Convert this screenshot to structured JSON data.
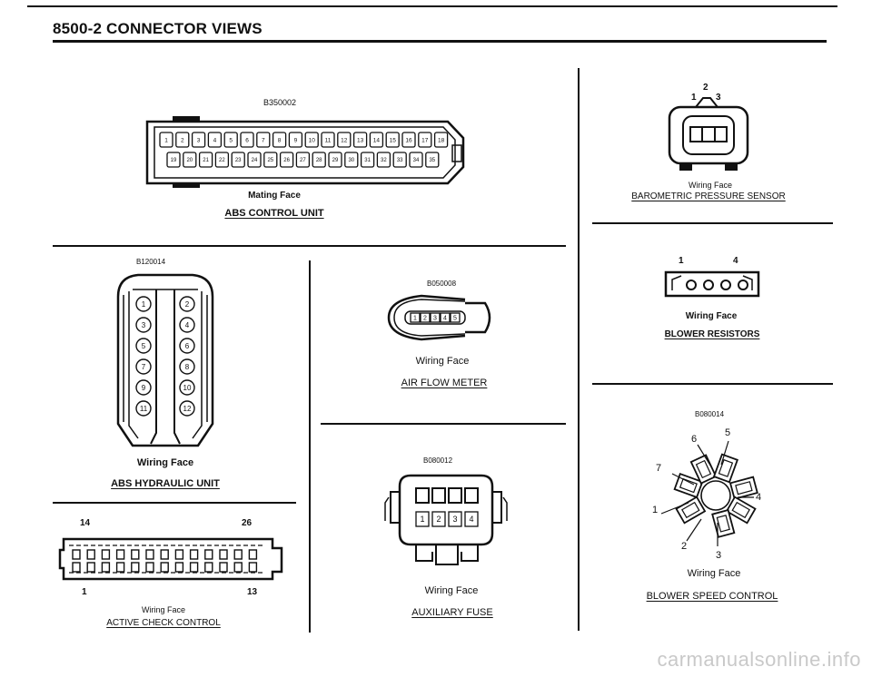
{
  "header": {
    "title": "8500-2   CONNECTOR VIEWS"
  },
  "connectors": {
    "abs_control": {
      "code": "B350002",
      "face": "Mating Face",
      "name": "ABS CONTROL UNIT",
      "pins_top": [
        "1",
        "2",
        "3",
        "4",
        "5",
        "6",
        "7",
        "8",
        "9",
        "10",
        "11",
        "12",
        "13",
        "14",
        "15",
        "16",
        "17",
        "18"
      ],
      "pins_bottom": [
        "19",
        "20",
        "21",
        "22",
        "23",
        "24",
        "25",
        "26",
        "27",
        "28",
        "29",
        "30",
        "31",
        "32",
        "33",
        "34",
        "35"
      ]
    },
    "baro": {
      "code": "",
      "pin_labels": [
        "1",
        "2",
        "3"
      ],
      "face": "Wiring Face",
      "name": "BAROMETRIC PRESSURE SENSOR"
    },
    "blower_res": {
      "pin_labels": [
        "1",
        "4"
      ],
      "face": "Wiring Face",
      "name": "BLOWER RESISTORS"
    },
    "abs_hydraulic": {
      "code": "B120014",
      "face": "Wiring Face",
      "name": "ABS HYDRAULIC UNIT",
      "pins": [
        "1",
        "2",
        "3",
        "4",
        "5",
        "6",
        "7",
        "8",
        "9",
        "10",
        "11",
        "12"
      ]
    },
    "air_flow": {
      "code": "B050008",
      "face": "Wiring Face",
      "name": "AIR FLOW METER",
      "pins": [
        "1",
        "2",
        "3",
        "4",
        "5"
      ]
    },
    "active_check": {
      "pin_labels": [
        "14",
        "26",
        "1",
        "13"
      ],
      "face": "Wiring Face",
      "name": "ACTIVE CHECK CONTROL"
    },
    "aux_fuse": {
      "code": "B080012",
      "face": "Wiring Face",
      "name": "AUXILIARY FUSE",
      "pins": [
        "1",
        "2",
        "3",
        "4"
      ]
    },
    "blower_speed": {
      "code": "B080014",
      "face": "Wiring Face",
      "name": "BLOWER SPEED CONTROL",
      "pin_labels": [
        "1",
        "2",
        "3",
        "4",
        "5",
        "6",
        "7"
      ]
    }
  },
  "watermark": "carmanualsonline.info"
}
